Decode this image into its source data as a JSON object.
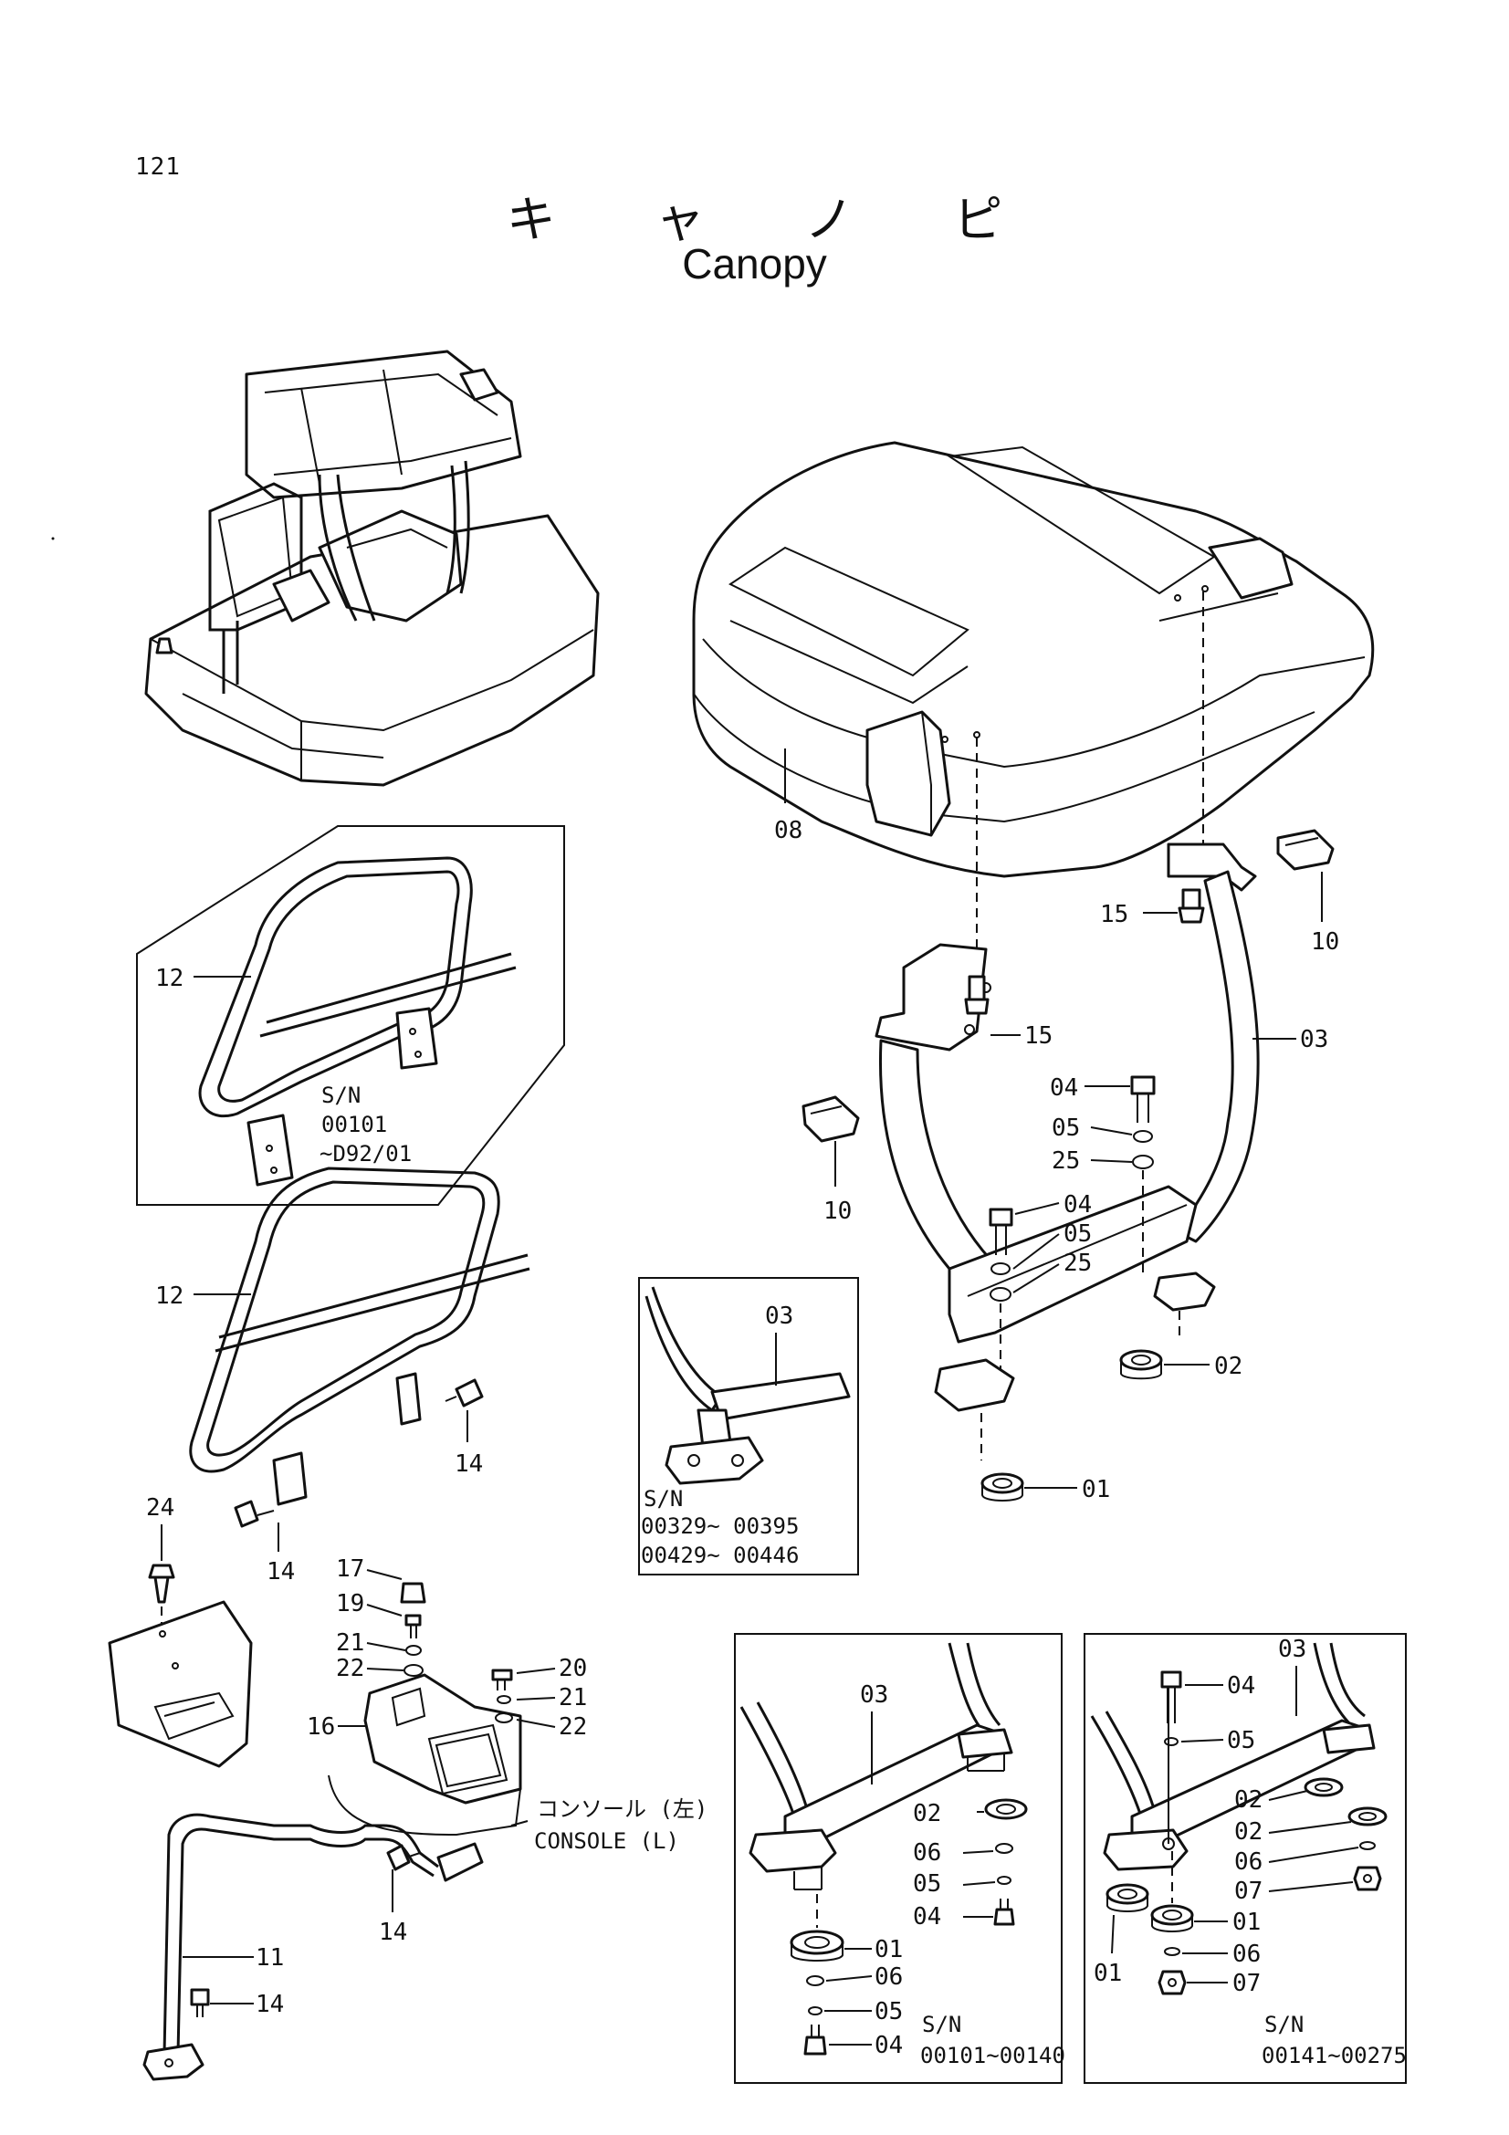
{
  "page": {
    "number": "121"
  },
  "title": {
    "japanese": "キ ャ ノ ピ",
    "english": "Canopy"
  },
  "labels": {
    "p08": "08",
    "p15a": "15",
    "p10a": "10",
    "p15b": "15",
    "p03": "03",
    "p04a": "04",
    "p05a": "05",
    "p25a": "25",
    "p10b": "10",
    "p04b": "04",
    "p05b": "05",
    "p25b": "25",
    "p02": "02",
    "p01": "01",
    "p12a": "12",
    "p12b": "12",
    "p14a": "14",
    "p14b": "14",
    "p24": "24",
    "p17": "17",
    "p19": "19",
    "p21a": "21",
    "p22a": "22",
    "p16": "16",
    "p20": "20",
    "p21b": "21",
    "p22b": "22",
    "p11": "11",
    "p14c": "14",
    "p14d": "14",
    "inset1_03": "03",
    "inset2_03": "03",
    "inset2_02": "02",
    "inset2_06a": "06",
    "inset2_05a": "05",
    "inset2_04a": "04",
    "inset2_01": "01",
    "inset2_06b": "06",
    "inset2_05b": "05",
    "inset2_04b": "04",
    "inset3_04": "04",
    "inset3_03": "03",
    "inset3_05": "05",
    "inset3_02a": "02",
    "inset3_02b": "02",
    "inset3_06a": "06",
    "inset3_07a": "07",
    "inset3_01a": "01",
    "inset3_01b": "01",
    "inset3_06b": "06",
    "inset3_07b": "07"
  },
  "serial_notes": {
    "guard_box": {
      "line1": "S/N",
      "line2": "00101",
      "line3": "~D92/01"
    },
    "inset1": {
      "line1": "S/N",
      "line2": "00329~ 00395",
      "line3": "00429~ 00446"
    },
    "inset2": {
      "line1": "S/N",
      "line2": "00101~00140"
    },
    "inset3": {
      "line1": "S/N",
      "line2": "00141~00275"
    }
  },
  "console": {
    "japanese": "コンソール (左)",
    "english": "CONSOLE (L)"
  }
}
